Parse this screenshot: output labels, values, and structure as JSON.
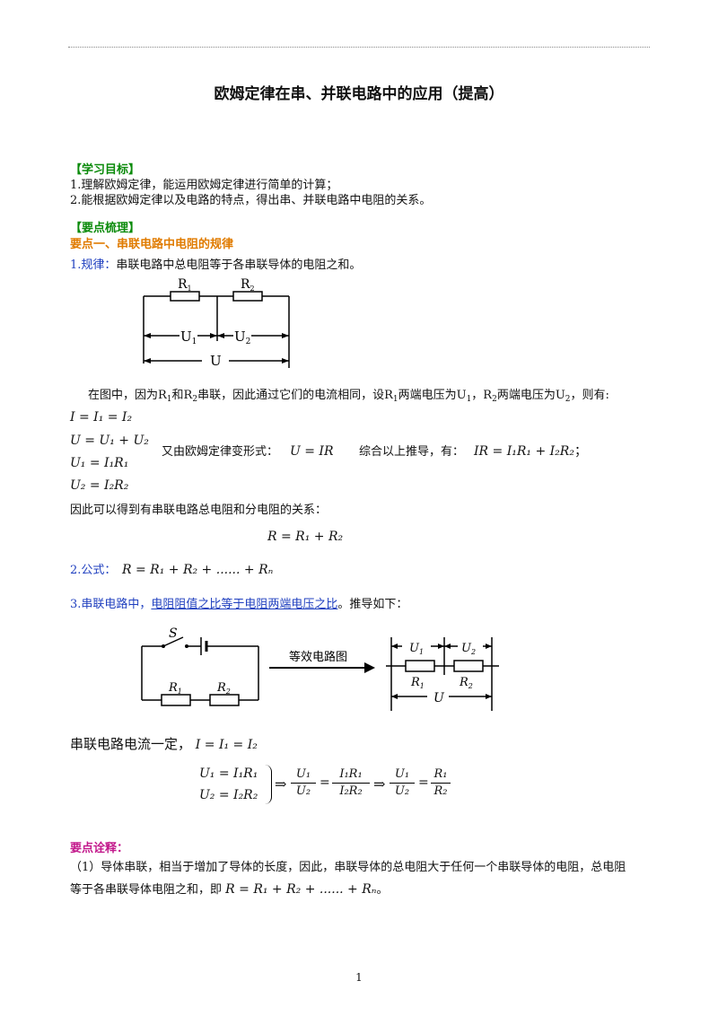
{
  "title": "欧姆定律在串、并联电路中的应用（提高）",
  "goals": {
    "heading": "【学习目标】",
    "items": [
      "1.理解欧姆定律，能运用欧姆定律进行简单的计算；",
      "2.能根据欧姆定律以及电路的特点，得出串、并联电路中电阻的关系。"
    ]
  },
  "points": {
    "heading": "【要点梳理】",
    "subheading": "要点一、串联电路中电阻的规律",
    "rule_label": "1.规律：",
    "rule_text": "串联电路中总电阻等于各串联导体的电阻之和。"
  },
  "circuit1": {
    "r1": "R",
    "r1_sub": "1",
    "r2": "R",
    "r2_sub": "2",
    "u1": "U",
    "u1_sub": "1",
    "u2": "U",
    "u2_sub": "2",
    "u": "U"
  },
  "explain": {
    "p1": "在图中，因为R",
    "p2": "和R",
    "p3": "串联，因此通过它们的电流相同，设R",
    "p4": "两端电压为U",
    "p5": "，R",
    "p6": "两端电压为U",
    "p7": "，则有:",
    "s1": "1",
    "s2": "2"
  },
  "equations": {
    "e1": "I = I₁ = I₂",
    "e2": "U = U₁ + U₂",
    "e3": "U₁ = I₁R₁",
    "e4": "U₂ = I₂R₂",
    "mid_text": "又由欧姆定律变形式：",
    "ohm": "U = IR",
    "summary_text": "综合以上推导，有：",
    "summary_eq": "IR = I₁R₁ + I₂R₂",
    "summary_end": "；"
  },
  "relation": {
    "text": "因此可以得到有串联电路总电阻和分电阻的关系：",
    "eq": "R = R₁ + R₂"
  },
  "formula": {
    "label": "2.公式：",
    "eq": "R = R₁ + R₂ + ...... + Rₙ"
  },
  "ratio": {
    "label": "3.串联电路中，",
    "highlight": "电阻阻值之比等于电阻两端电压之比",
    "rest": "。推导如下："
  },
  "circuit2": {
    "switch": "S",
    "r1": "R",
    "r1_sub": "1",
    "r2": "R",
    "r2_sub": "2",
    "arrow_text": "等效电路图",
    "u1": "U",
    "u1_sub": "1",
    "u2": "U",
    "u2_sub": "2",
    "u": "U"
  },
  "derivation": {
    "current_text": "串联电路电流一定，",
    "current_eq": "I = I₁ = I₂",
    "line1": "U₁ = I₁R₁",
    "line2": "U₂ = I₂R₂",
    "arrow": "⇒",
    "frac_u_num": "U₁",
    "frac_u_den": "U₂",
    "frac_ir_num": "I₁R₁",
    "frac_ir_den": "I₂R₂",
    "frac_r_num": "R₁",
    "frac_r_den": "R₂",
    "eq_sign": "="
  },
  "notes": {
    "heading": "要点诠释：",
    "line1": "（1）导体串联，相当于增加了导体的长度，因此，串联导体的总电阻大于任何一个串联导体的电阻，总电阻",
    "line2": "等于各串联导体电阻之和，即",
    "eq": "R = R₁ + R₂ + ...... + Rₙ",
    "end": "。"
  },
  "page_number": "1"
}
